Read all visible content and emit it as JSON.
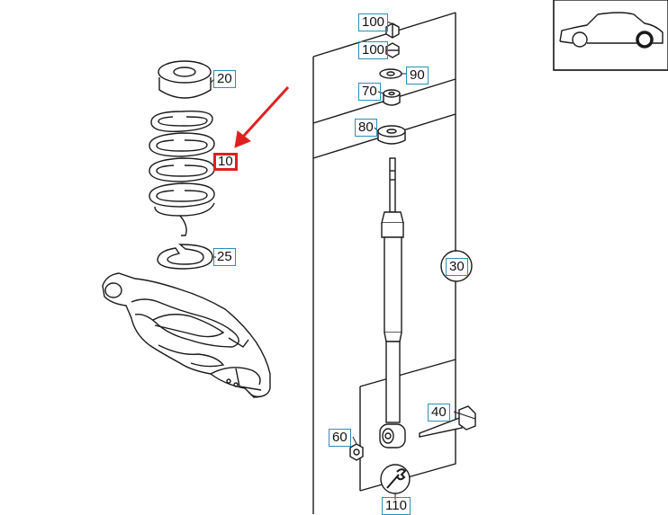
{
  "diagram": {
    "callouts": {
      "c10": "10",
      "c20": "20",
      "c25": "25",
      "c30": "30",
      "c40": "40",
      "c60": "60",
      "c70": "70",
      "c80": "80",
      "c90": "90",
      "c100a": "100",
      "c100b": "100",
      "c110": "110"
    },
    "highlighted_part": "10",
    "colors": {
      "line": "#1a1a1a",
      "callout_border": "#2a8fb8",
      "highlight": "#e02020"
    }
  }
}
